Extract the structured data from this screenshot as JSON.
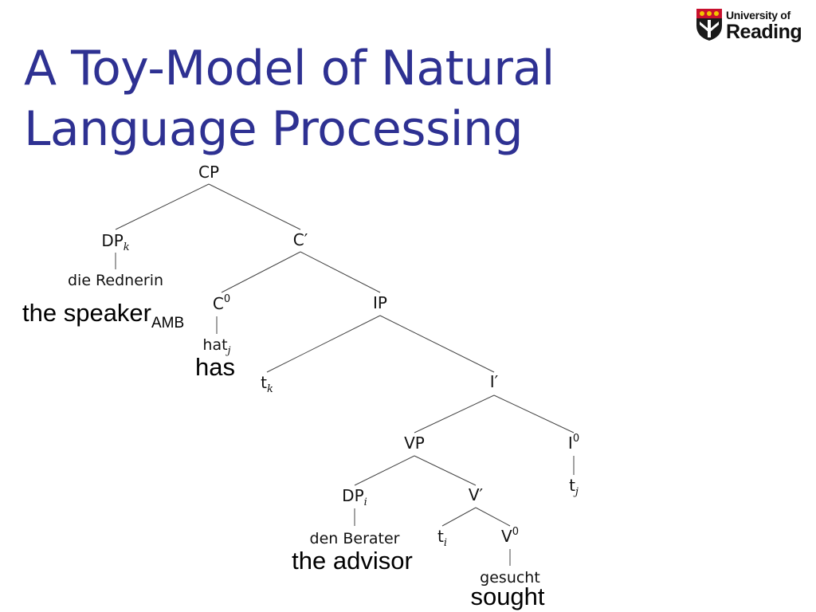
{
  "slide": {
    "title_line1": "A Toy-Model of Natural",
    "title_line2": "Language Processing",
    "title_color": "#2e3192"
  },
  "logo": {
    "line1": "University of",
    "line2": "Reading",
    "icon": "university-crest-icon"
  },
  "tree": {
    "cp": "CP",
    "dp_k": {
      "label": "DP",
      "sub": "k"
    },
    "c_bar": "C′",
    "die_rednerin": "die Rednerin",
    "c0": {
      "label": "C",
      "sup": "0"
    },
    "ip": "IP",
    "hat_j": {
      "label": "hat",
      "sub": "j"
    },
    "t_k": {
      "label": "t",
      "sub": "k"
    },
    "i_bar": "I′",
    "vp": "VP",
    "i0": {
      "label": "I",
      "sup": "0"
    },
    "dp_i": {
      "label": "DP",
      "sub": "i"
    },
    "v_bar": "V′",
    "t_j": {
      "label": "t",
      "sub": "j"
    },
    "den_berater": "den Berater",
    "t_i": {
      "label": "t",
      "sub": "i"
    },
    "v0": {
      "label": "V",
      "sup": "0"
    },
    "gesucht": "gesucht"
  },
  "glosses": {
    "speaker": "the speaker",
    "speaker_sub": "AMB",
    "has": "has",
    "advisor": "the advisor",
    "sought": "sought"
  }
}
